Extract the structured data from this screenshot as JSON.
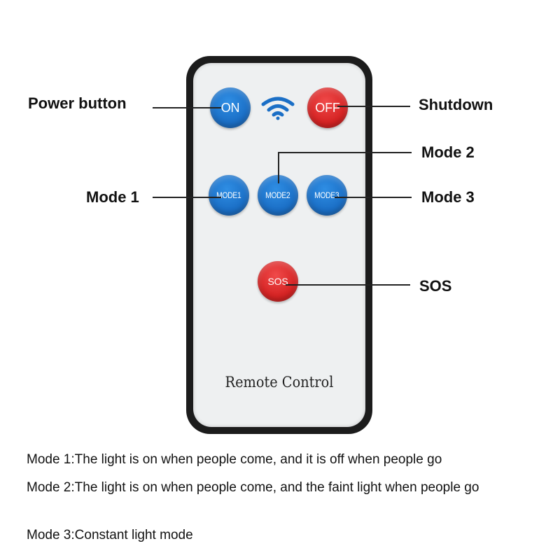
{
  "remote": {
    "title": "Remote Control",
    "buttons": {
      "on": "ON",
      "off": "OFF",
      "mode1": "MODE1",
      "mode2": "MODE2",
      "mode3": "MODE3",
      "sos": "SOS"
    },
    "signal_icon": "wifi-icon",
    "colors": {
      "blue_button": "#1b6fc6",
      "red_button": "#d62424",
      "body": "#1c1c1c",
      "face": "#eef0f1"
    }
  },
  "callouts": {
    "power": "Power button",
    "shutdown": "Shutdown",
    "mode1": "Mode 1",
    "mode2": "Mode 2",
    "mode3": "Mode 3",
    "sos": "SOS"
  },
  "descriptions": [
    "Mode 1:The light is on when people come, and it is off when people go",
    "Mode 2:The light is on when people come, and the faint light when people go",
    "Mode 3:Constant light mode"
  ]
}
